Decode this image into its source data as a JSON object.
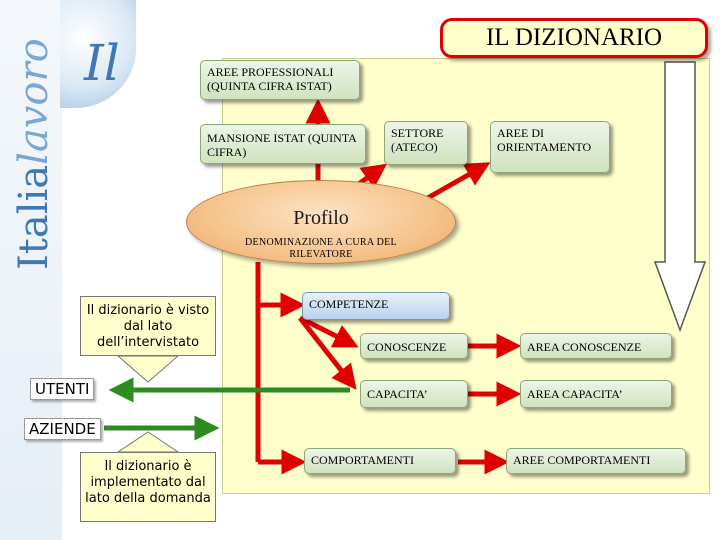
{
  "logo": {
    "il": "Il",
    "vertical_main": "Italia",
    "vertical_accent": "lavoro"
  },
  "title": "IL DIZIONARIO",
  "boxes": {
    "aree_professionali": "AREE PROFESSIONALI (QUINTA CIFRA ISTAT)",
    "mansione_istat": "MANSIONE ISTAT (QUINTA CIFRA)",
    "settore": "SETTORE (ATECO)",
    "aree_orientamento": "AREE DI ORIENTAMENTO",
    "competenze": "COMPETENZE",
    "conoscenze": "CONOSCENZE",
    "capacita": "CAPACITA’",
    "comportamenti": "COMPORTAMENTI",
    "area_conoscenze": "AREA CONOSCENZE",
    "area_capacita": "AREA CAPACITA’",
    "aree_comportamenti": "AREE COMPORTAMENTI"
  },
  "profile": {
    "title": "Profilo",
    "subtitle": "DENOMINAZIONE A CURA DEL RILEVATORE"
  },
  "callouts": {
    "intervistato": "Il dizionario è visto dal lato dell’intervistato",
    "domanda": "Il dizionario è implementato dal lato della domanda"
  },
  "labels": {
    "utenti": "UTENTI",
    "aziende": "AZIENDE"
  },
  "colors": {
    "arrow_red": "#e00000",
    "arrow_green": "#2e8b20",
    "panel": "#ffffcc"
  }
}
